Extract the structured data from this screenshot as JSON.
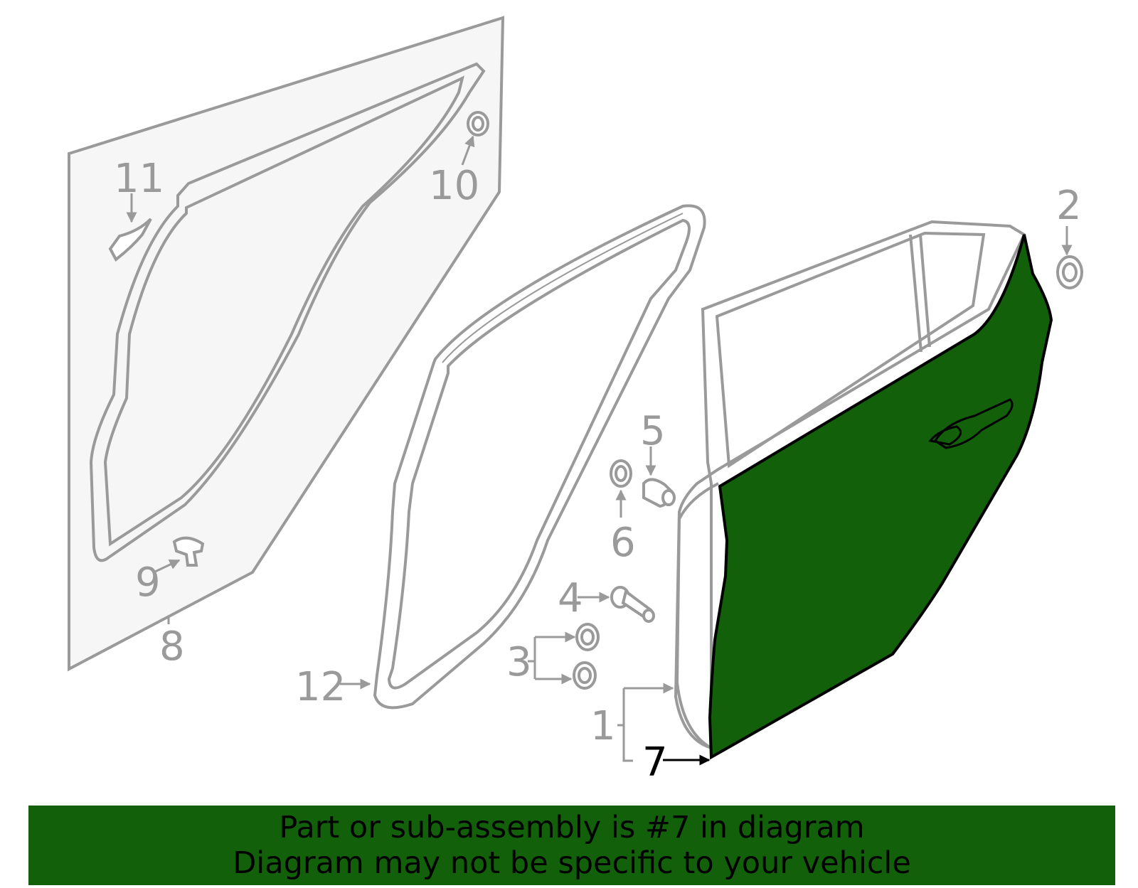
{
  "colors": {
    "highlight_fill": "#12600a",
    "line_gray": "#9a9a9a",
    "panel_fill": "#f6f6f6",
    "banner_bg": "#12600a"
  },
  "callouts": {
    "c1": "1",
    "c2": "2",
    "c3": "3",
    "c4": "4",
    "c5": "5",
    "c6": "6",
    "c7": "7",
    "c8": "8",
    "c9": "9",
    "c10": "10",
    "c11": "11",
    "c12": "12"
  },
  "highlighted_part": "7",
  "banner": {
    "line1": "Part or sub-assembly is #7 in diagram",
    "line2": "Diagram may not be specific to your vehicle"
  }
}
